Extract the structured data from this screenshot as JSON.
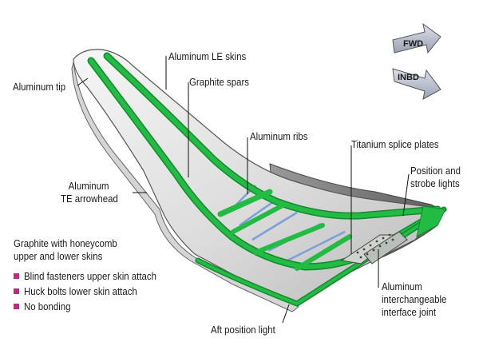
{
  "labels": {
    "le_skins": "Aluminum LE skins",
    "tip": "Aluminum tip",
    "spars": "Graphite spars",
    "ribs": "Aluminum ribs",
    "arrowhead_1": "Aluminum",
    "arrowhead_2": "TE arrowhead",
    "splice": "Titanium splice plates",
    "lights_1": "Position and",
    "lights_2": "strobe lights",
    "joint_1": "Aluminum",
    "joint_2": "interchangeable",
    "joint_3": "interface joint",
    "aft_light": "Aft position light"
  },
  "legend": {
    "heading_1": "Graphite with honeycomb",
    "heading_2": "upper and lower skins",
    "bullet_color": "#cc2288",
    "items": [
      "Blind fasteners upper skin attach",
      "Huck bolts lower skin attach",
      "No bonding"
    ]
  },
  "direction": {
    "fwd": "FWD",
    "inbd": "INBD"
  },
  "colors": {
    "graphite_green": "#22bb44",
    "green_dark": "#128a2c",
    "rib_blue": "#7aa0d8",
    "skin_light": "#ececec",
    "skin_dark": "#8a8a8a",
    "arrow_fill": "#b9bfcc"
  }
}
